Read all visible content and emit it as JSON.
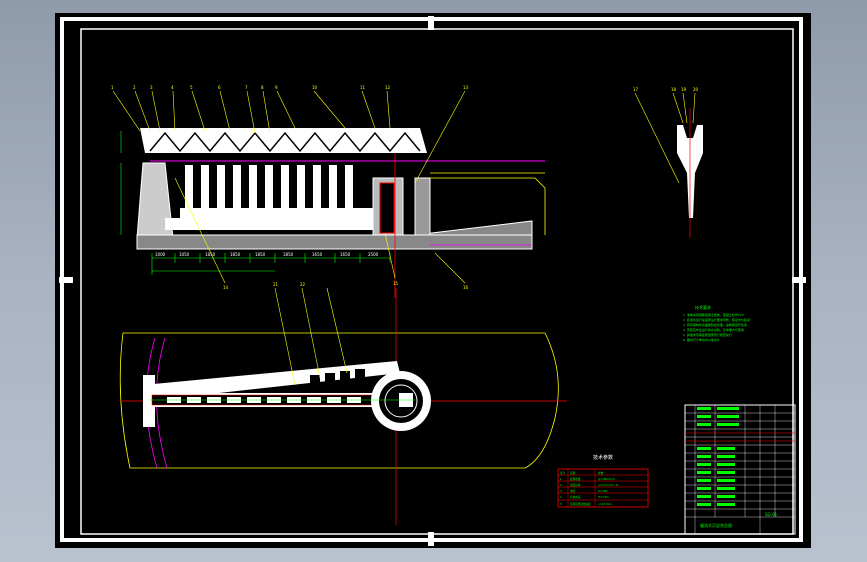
{
  "drawing": {
    "tech_req_title": "技术要求",
    "tech_req_lines": [
      "1. 池体采用钢筋混凝土结构，混凝土标号C25",
      "2. 刮泥机运行速度按设计要求调整，保证均匀刮泥",
      "3. 所有钢构件表面做防腐处理，涂刷两道环氧漆",
      "4. 安装完毕后进行满水试验，无渗漏方可使用",
      "5. 其他未尽事宜按国家现行规范执行",
      "6. 图中尺寸单位均以毫米计"
    ],
    "param_table_title": "技术参数",
    "param_rows": [
      [
        "序号",
        "名称",
        "参数"
      ],
      [
        "1",
        "处理水量",
        "Q=5000m³/d"
      ],
      [
        "2",
        "表面负荷",
        "q=1.0m³/(m²·h)"
      ],
      [
        "3",
        "池径",
        "D=18m"
      ],
      [
        "4",
        "有效水深",
        "H=3.5m"
      ],
      [
        "5",
        "刮泥机周边线速度",
        "v=2m/min"
      ]
    ],
    "title_block_name": "辐流式沉淀池总图",
    "title_block_no": "SG-01",
    "dimensions": [
      "1000",
      "1050",
      "1850",
      "1850",
      "1850",
      "1850",
      "1650",
      "1650",
      "2500"
    ],
    "part_numbers": [
      "1",
      "2",
      "3",
      "4",
      "5",
      "6",
      "7",
      "8",
      "9",
      "10",
      "11",
      "12",
      "13",
      "14",
      "15",
      "16",
      "17",
      "18",
      "19",
      "20",
      "21",
      "22"
    ],
    "colors": {
      "frame": "#ffffff",
      "structure": "#ffffff",
      "leader": "#ffff00",
      "centerline": "#ff0000",
      "magenta": "#ff00ff",
      "dimension": "#00ff00",
      "table": "#ff0000"
    }
  }
}
